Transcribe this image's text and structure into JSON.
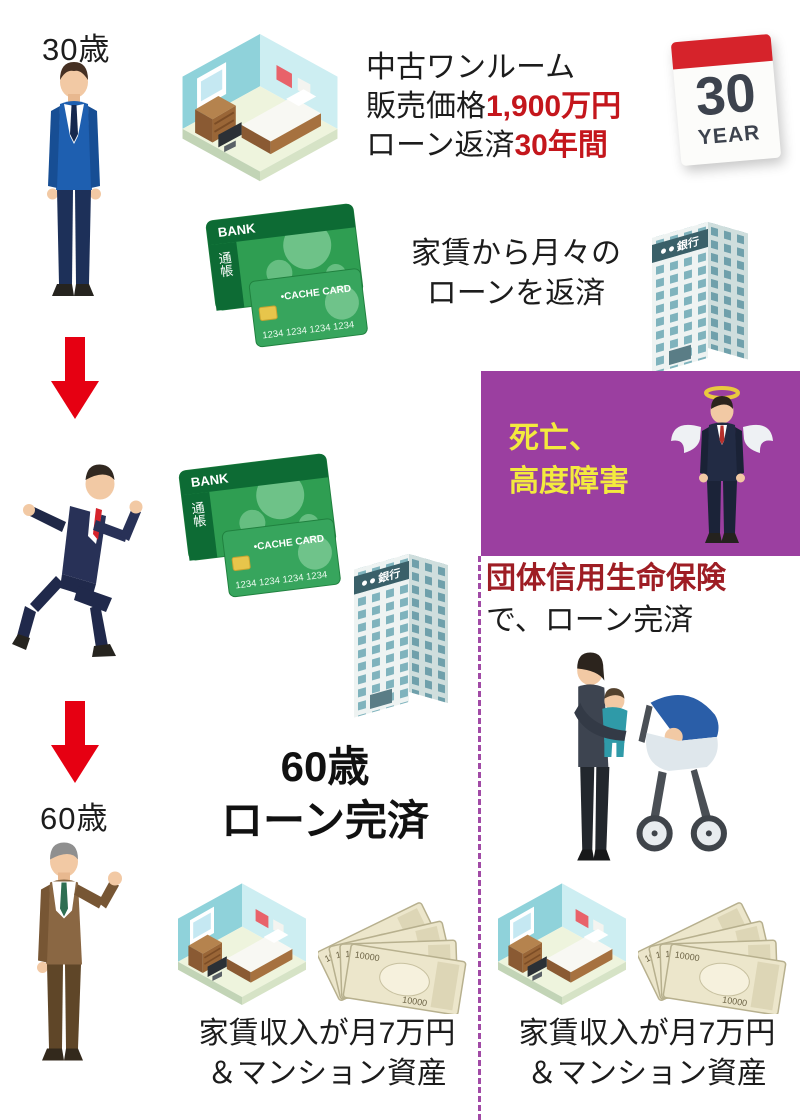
{
  "palette": {
    "accent_red": "#c4161c",
    "arrow_red": "#e60012",
    "panel_purple": "#9b3fa0",
    "event_yellow": "#f3ea3e",
    "insurance_red": "#9e1d24",
    "card_green": "#2f9e52"
  },
  "stage_30": {
    "age_label": "30歳",
    "property": {
      "line1": "中古ワンルーム",
      "price_prefix": "販売価格",
      "price_value": "1,900万円",
      "term_prefix": "ローン返済",
      "term_value": "30年間"
    },
    "calendar": {
      "number": "30",
      "unit": "YEAR"
    },
    "repayment": {
      "line1": "家賃から月々の",
      "line2": "ローンを返済"
    }
  },
  "passbook": {
    "bank_label": "BANK",
    "book_label": "通帳",
    "card_label": "•CACHE CARD",
    "card_number": "1234 1234 1234 1234"
  },
  "bank_building": {
    "sign": "銀行"
  },
  "insurance_branch": {
    "event_line1": "死亡、",
    "event_line2": "高度障害",
    "insurance_name": "団体信用生命保険",
    "insurance_tail": "で、ローン完済"
  },
  "stage_60": {
    "age_label": "60歳",
    "heading_line1": "60歳",
    "heading_line2": "ローン完済"
  },
  "outcome": {
    "line1": "家賃収入が月7万円",
    "line2": "＆マンション資産"
  },
  "money": {
    "denomination": "10000"
  }
}
